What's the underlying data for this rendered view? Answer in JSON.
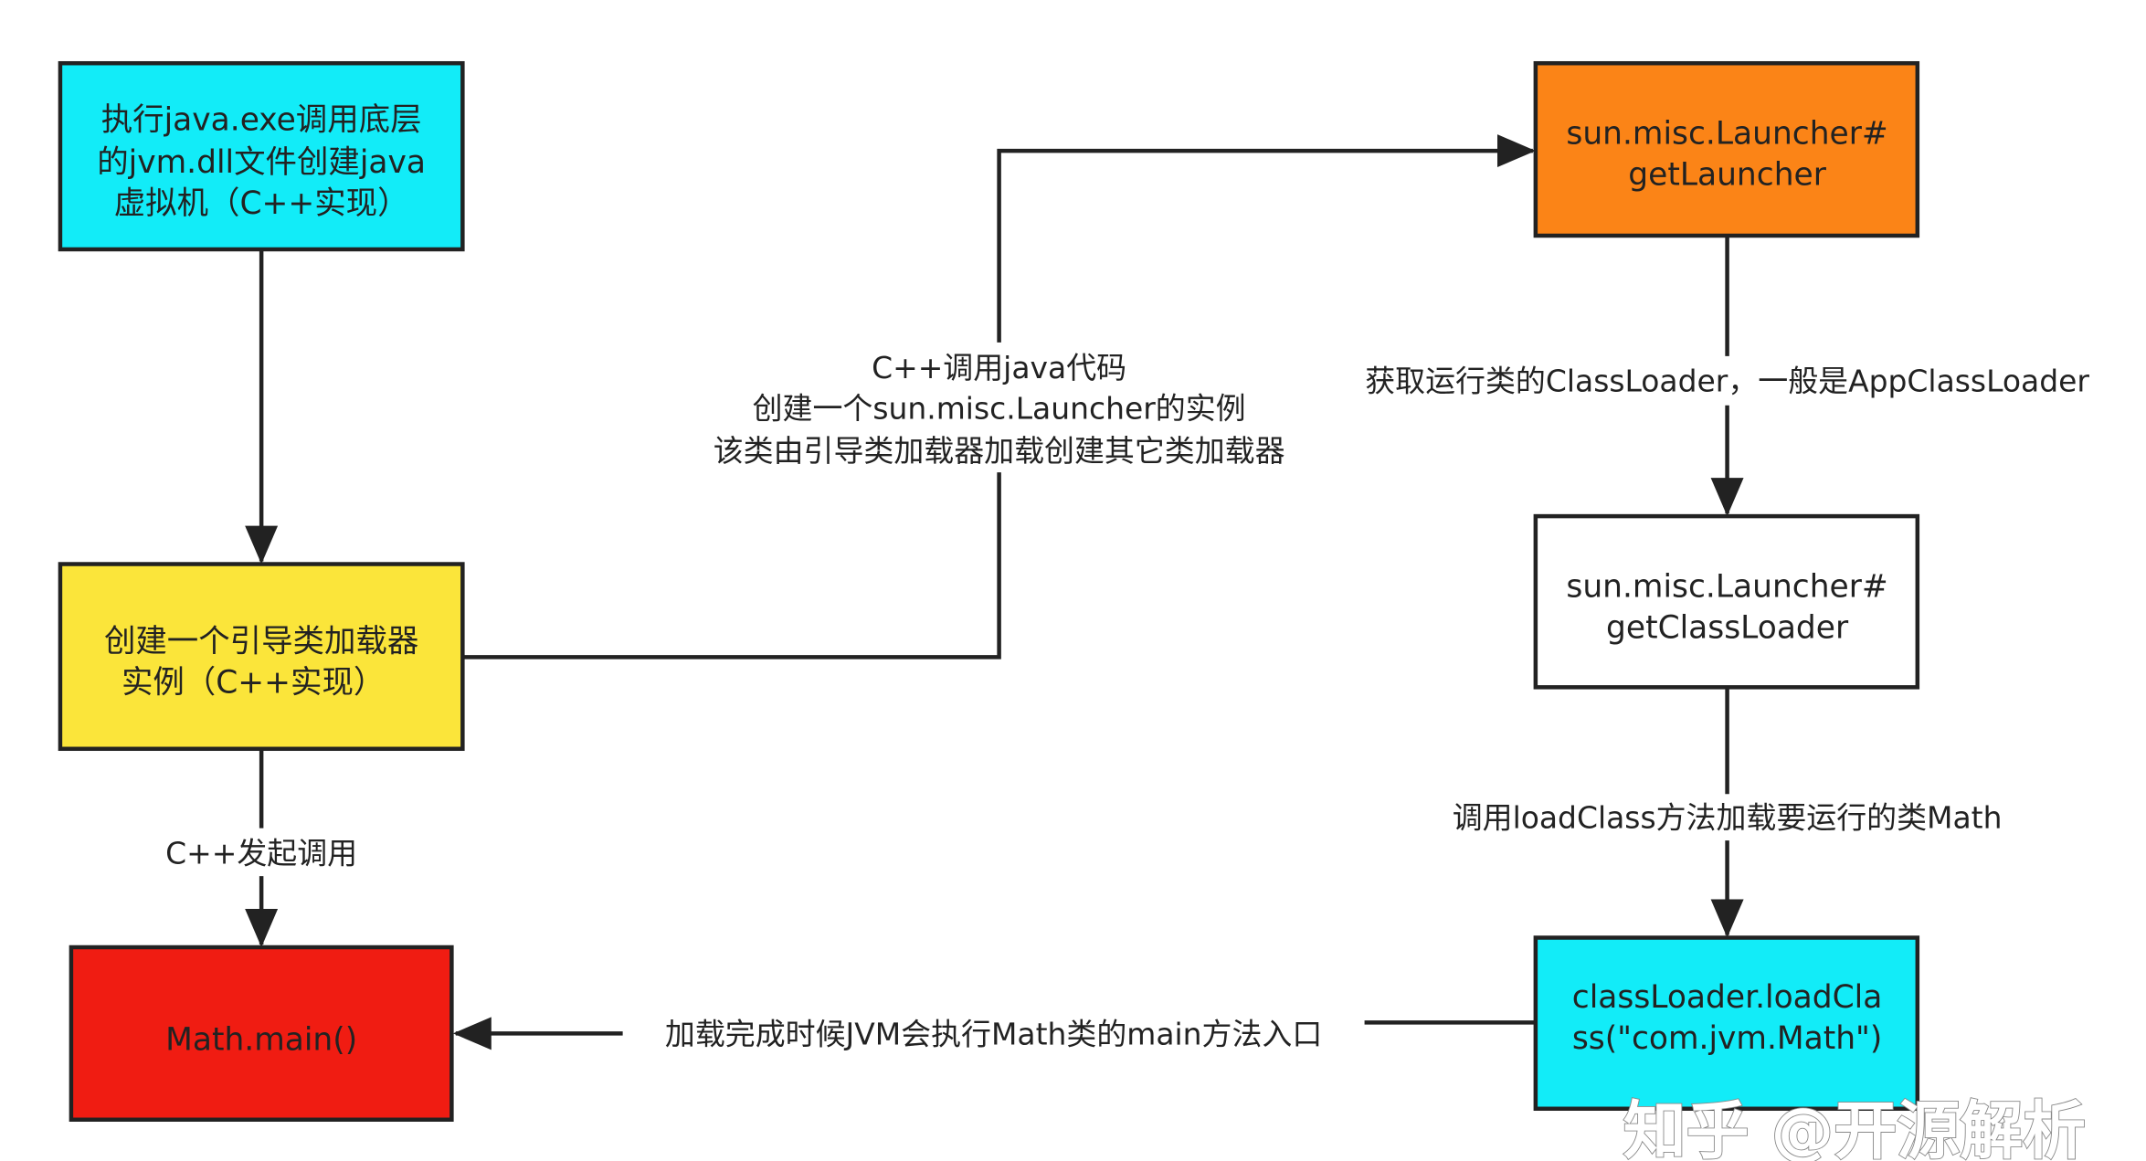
{
  "colors": {
    "cyan": "#12ecf8",
    "yellow": "#fbe53a",
    "orange": "#fb8417",
    "white": "#ffffff",
    "red": "#f01c12",
    "stroke": "#222222"
  },
  "nodes": {
    "jvm": {
      "lines": [
        "执行java.exe调用底层",
        "的jvm.dll文件创建java",
        "虚拟机（C++实现）"
      ]
    },
    "bootstrap": {
      "lines": [
        "创建一个引导类加载器",
        "实例（C++实现）"
      ]
    },
    "launcher": {
      "lines": [
        "sun.misc.Launcher#",
        "getLauncher"
      ]
    },
    "classloader": {
      "lines": [
        "sun.misc.Launcher#",
        "getClassLoader"
      ]
    },
    "loadclass": {
      "lines": [
        "classLoader.loadCla",
        "ss(\"com.jvm.Math\")"
      ]
    },
    "main": {
      "lines": [
        "Math.main()"
      ]
    }
  },
  "edges": {
    "bootstrap_to_launcher": {
      "lines": [
        "C++调用java代码",
        "创建一个sun.misc.Launcher的实例",
        "该类由引导类加载器加载创建其它类加载器"
      ]
    },
    "launcher_to_classloader": {
      "label": "获取运行类的ClassLoader，一般是AppClassLoader"
    },
    "classloader_to_loadclass": {
      "label": "调用loadClass方法加载要运行的类Math"
    },
    "loadclass_to_main": {
      "label": "加载完成时候JVM会执行Math类的main方法入口"
    },
    "bootstrap_to_main": {
      "label": "C++发起调用"
    }
  },
  "watermark": "知乎 @开源解析"
}
